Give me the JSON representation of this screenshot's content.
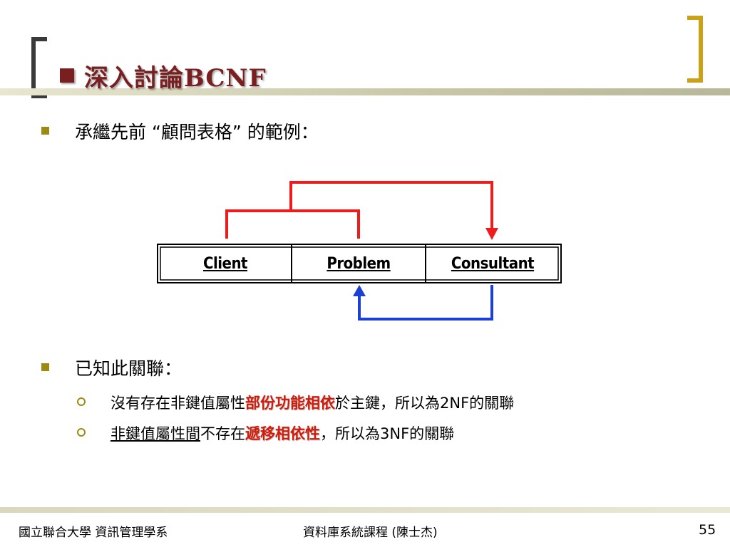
{
  "title": "深入討論BCNF",
  "bullets": [
    {
      "text": "承繼先前 “顧問表格” 的範例："
    },
    {
      "text": "已知此關聯："
    }
  ],
  "sub_bullets": [
    {
      "part1": "沒有存在非鍵值屬性",
      "highlight": "部份功能相依",
      "part2": "於主鍵，所以為2NF的關聯"
    },
    {
      "underlined": "非鍵值屬性間",
      "part1": "不存在",
      "highlight": "遞移相依性",
      "part2": "，所以為3NF的關聯"
    }
  ],
  "diagram": {
    "columns": [
      "Client",
      "Problem",
      "Consultant"
    ],
    "arrow_colors": {
      "upper": "#ee1c1c",
      "lower": "#1c3fd6"
    }
  },
  "footer": {
    "left": "國立聯合大學 資訊管理學系",
    "center": "資料庫系統課程 (陳士杰)",
    "page": "55"
  }
}
